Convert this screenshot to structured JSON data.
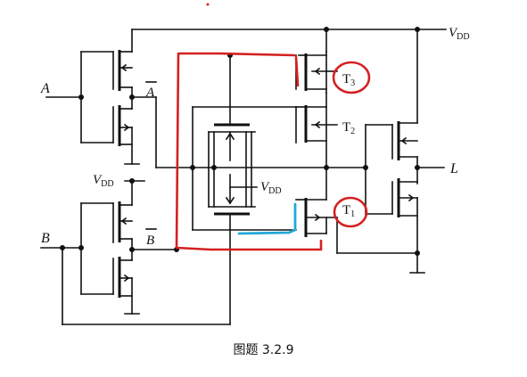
{
  "labels": {
    "vdd_top_v": "V",
    "vdd_top_sub": "DD",
    "vdd_mid_v": "V",
    "vdd_mid_sub": "DD",
    "vdd_left_v": "V",
    "vdd_left_sub": "DD",
    "input_a": "A",
    "input_b": "B",
    "a_bar": "A",
    "b_bar": "B",
    "output_l": "L",
    "t1": "T",
    "t1_sub": "1",
    "t2": "T",
    "t2_sub": "2",
    "t3": "T",
    "t3_sub": "3"
  },
  "caption": "图题 3.2.9",
  "colors": {
    "ink": "#111111",
    "annotation_red": "#d42020",
    "annotation_blue": "#23a8d8",
    "accent_red_dot": "#e02020"
  }
}
